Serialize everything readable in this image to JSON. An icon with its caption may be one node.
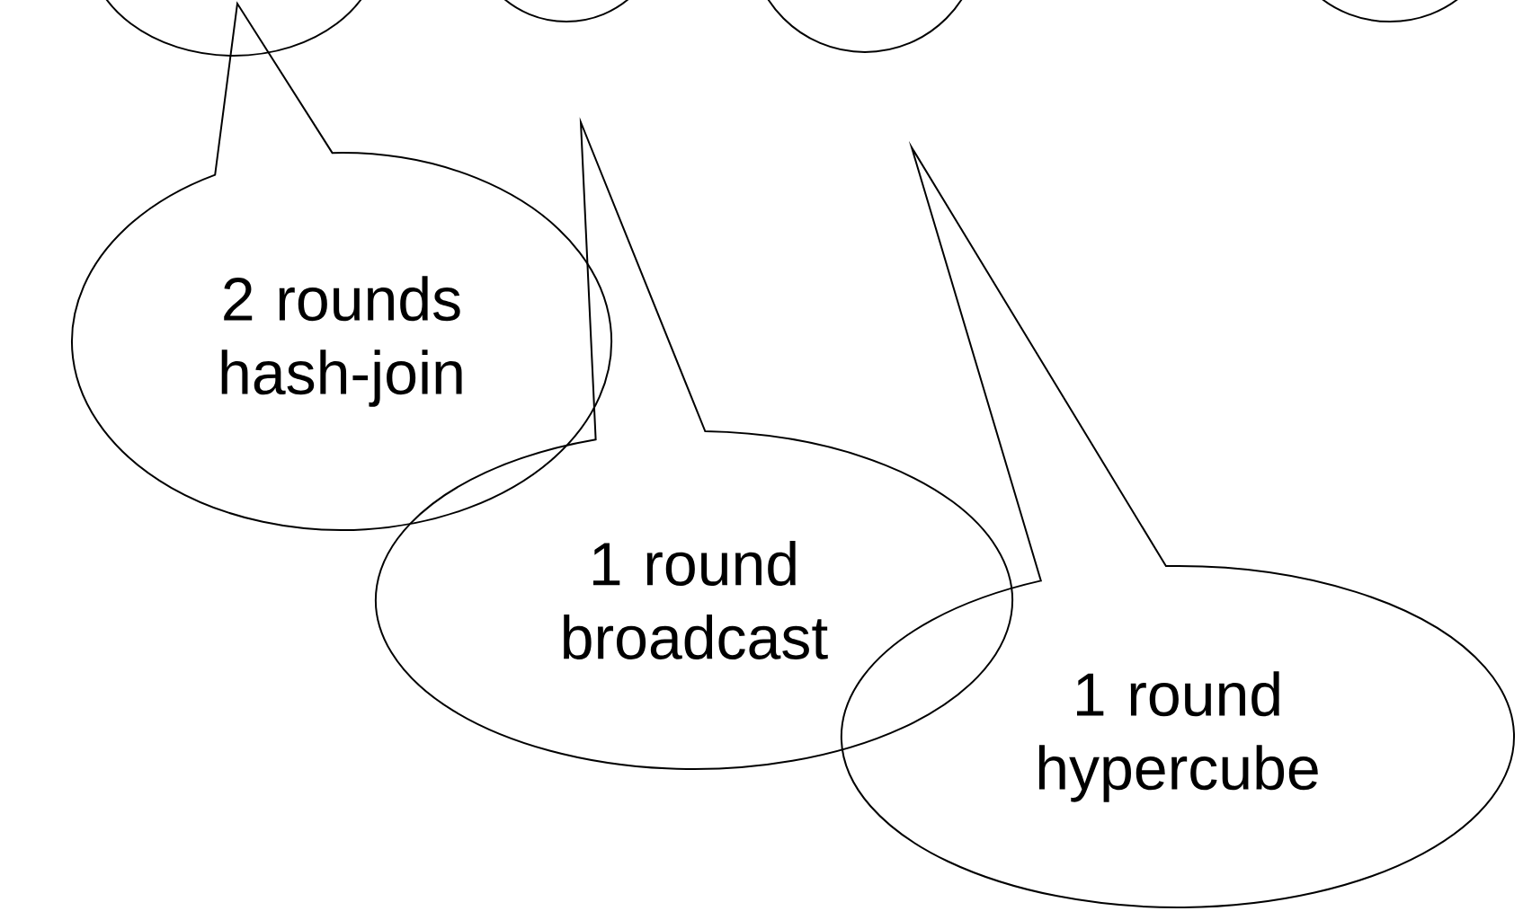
{
  "diagram": {
    "nodes": [
      {
        "text": [],
        "shape": "circle"
      },
      {
        "text": [],
        "shape": "circle"
      },
      {
        "text": [],
        "shape": "circle"
      },
      {
        "text": [],
        "shape": "circle"
      },
      {
        "text": [
          "2 rounds hash-join"
        ]
      },
      {
        "text": [
          "1 round broadcast"
        ]
      },
      {
        "text": [
          "1 round hypercube"
        ]
      }
    ]
  }
}
